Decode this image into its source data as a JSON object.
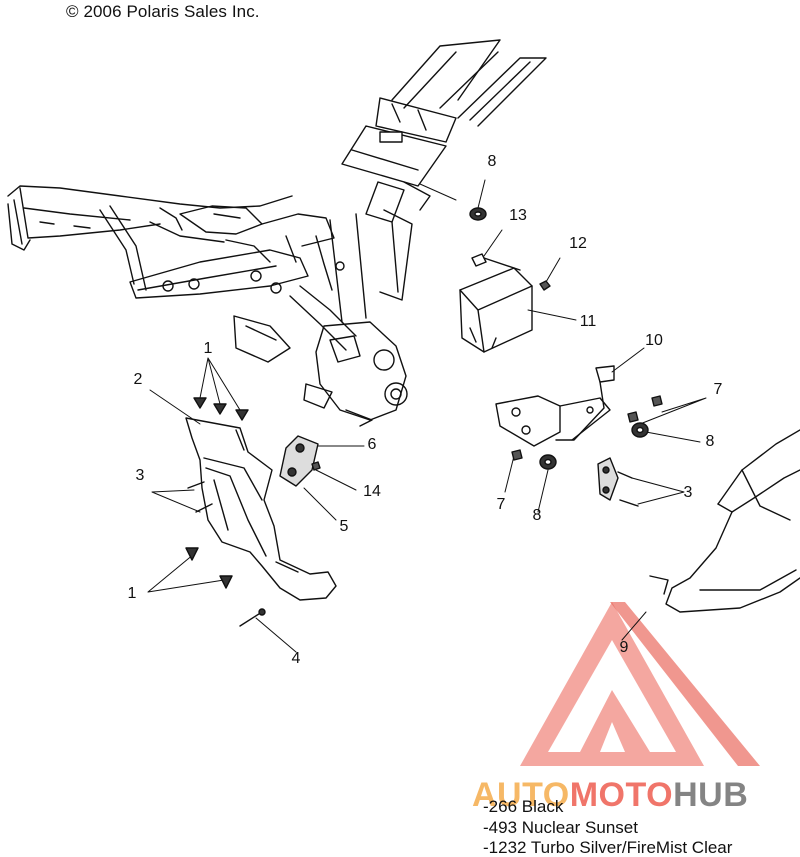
{
  "copyright": "© 2006 Polaris Sales Inc.",
  "callouts": [
    {
      "id": "c8a",
      "text": "8"
    },
    {
      "id": "c13",
      "text": "13"
    },
    {
      "id": "c12",
      "text": "12"
    },
    {
      "id": "c11",
      "text": "11"
    },
    {
      "id": "c10",
      "text": "10"
    },
    {
      "id": "c1a",
      "text": "1"
    },
    {
      "id": "c2",
      "text": "2"
    },
    {
      "id": "c7a",
      "text": "7"
    },
    {
      "id": "c8b",
      "text": "8"
    },
    {
      "id": "c6",
      "text": "6"
    },
    {
      "id": "c3a",
      "text": "3"
    },
    {
      "id": "c14",
      "text": "14"
    },
    {
      "id": "c5",
      "text": "5"
    },
    {
      "id": "c7b",
      "text": "7"
    },
    {
      "id": "c8c",
      "text": "8"
    },
    {
      "id": "c3b",
      "text": "3"
    },
    {
      "id": "c1b",
      "text": "1"
    },
    {
      "id": "c9",
      "text": "9"
    },
    {
      "id": "c4",
      "text": "4"
    }
  ],
  "color_options": [
    "-266  Black",
    "-493  Nuclear Sunset",
    "-1232 Turbo Silver/FireMist Clear"
  ],
  "watermark": {
    "part1": "AUTO",
    "part2": "MOTO",
    "part3": "HUB",
    "accent": "#ef6a5e",
    "accent2": "#f6b25a",
    "gray": "#7a7a7a"
  }
}
